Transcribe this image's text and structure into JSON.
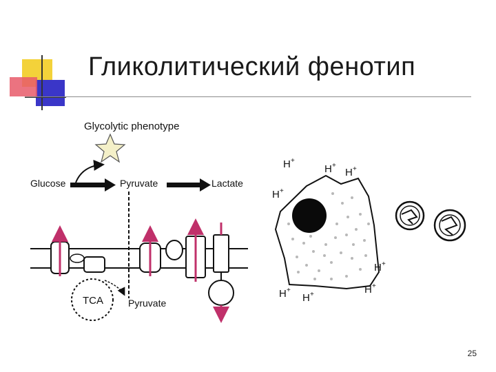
{
  "slide": {
    "title": "Гликолитический фенотип",
    "page_number": "25"
  },
  "diagram": {
    "heading": "Glycolytic phenotype",
    "glucose": "Glucose",
    "pyruvate": "Pyruvate",
    "lactate": "Lactate",
    "tca": "TCA",
    "pyruvate_lower": "Pyruvate"
  },
  "cell": {
    "proton": "H",
    "proton_charge": "+"
  },
  "colors": {
    "accent_yellow": "#f3d23a",
    "accent_red": "#e85a6a",
    "accent_blue": "#3a36c8",
    "transport_arrow": "#c0306a"
  }
}
